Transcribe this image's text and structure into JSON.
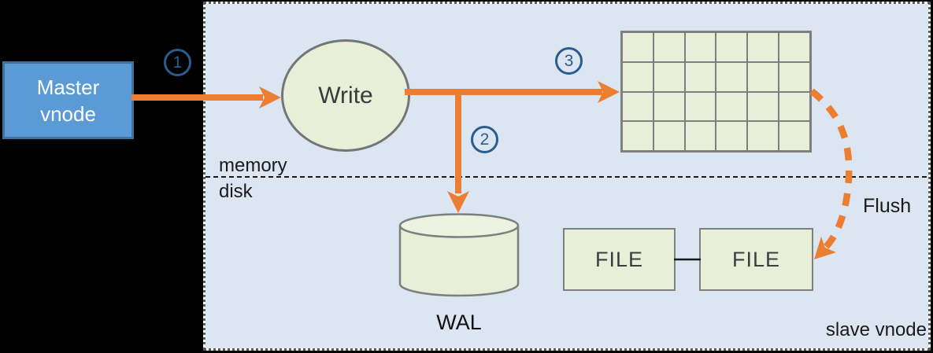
{
  "diagram": {
    "master_vnode": {
      "label": "Master vnode"
    },
    "write_node": {
      "label": "Write"
    },
    "wal": {
      "label": "WAL"
    },
    "files": {
      "labels": [
        "FILE",
        "FILE"
      ]
    },
    "flush": {
      "label": "Flush"
    },
    "layers": {
      "memory": "memory",
      "disk": "disk"
    },
    "slave_vnode": {
      "label": "slave vnode"
    },
    "steps": [
      "1",
      "2",
      "3"
    ],
    "memtable": {
      "rows": 4,
      "cols": 6
    },
    "colors": {
      "arrow_orange": "#ED7D31",
      "master_fill": "#5B9BD5",
      "master_border": "#41719C",
      "node_fill": "#E8EFD9",
      "node_border": "#7F7F7F",
      "container_fill": "#DBE6F2",
      "badge_blue": "#2B5C8D"
    }
  }
}
